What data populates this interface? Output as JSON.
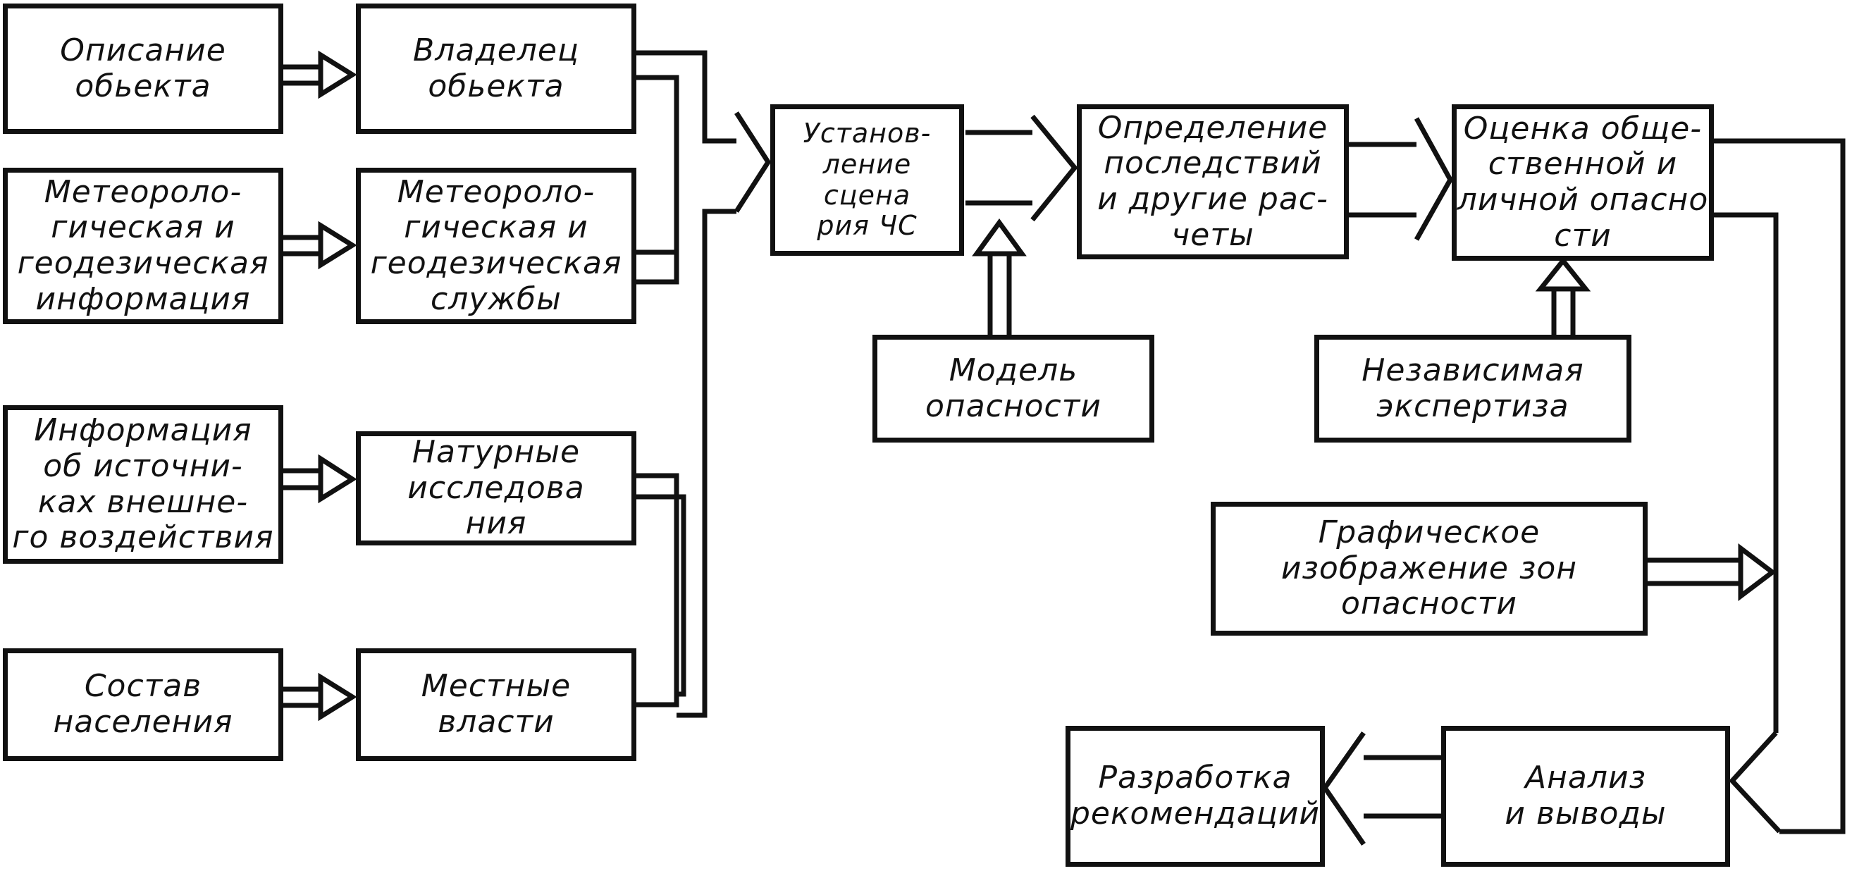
{
  "boxes": {
    "object_description": "Описание\nобьекта",
    "object_owner": "Владелец\nобьекта",
    "meteo_info": "Метеороло-\nгическая и\nгеодезическая\nинформация",
    "meteo_services": "Метеороло-\nгическая и\nгеодезическая\nслужбы",
    "external_sources_info": "Информация\nоб источни-\nках внешне-\nго воздействия",
    "field_research": "Натурные\nисследова\nния",
    "population": "Состав\nнаселения",
    "local_authorities": "Местные\nвласти",
    "scenario": "Установ-\nление сцена\nрия ЧС",
    "hazard_model": "Модель\nопасности",
    "consequences": "Определение\nпоследствий\nи другие рас-\nчеты",
    "independent_expertise": "Независимая\nэкспертиза",
    "risk_assessment": "Оценка обще-\nственной и\nличной опасно\nсти",
    "graphic_zones": "Графическое\nизображение зон\nопасности",
    "analysis": "Анализ\nи выводы",
    "recommendations": "Разработка\nрекомендаций"
  }
}
